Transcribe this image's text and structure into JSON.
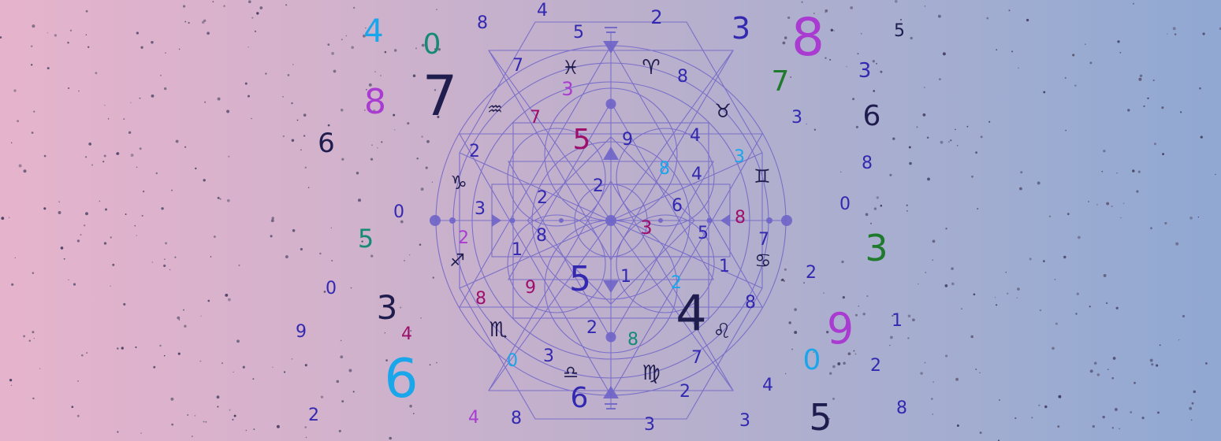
{
  "palette": {
    "navy": "#1f1c4e",
    "indigo": "#3229b0",
    "violet": "#a93bd0",
    "magenta": "#9e0f6b",
    "teal": "#158a76",
    "green": "#1f7a2e",
    "sky": "#19a6ea",
    "line": "#6f64c8"
  },
  "numerals": [
    {
      "t": "4",
      "c": "indigo"
    },
    {
      "t": "2",
      "c": "indigo"
    },
    {
      "t": "3",
      "c": "indigo"
    },
    {
      "t": "8",
      "c": "violet"
    },
    {
      "t": "5",
      "c": "navy"
    },
    {
      "t": "4",
      "c": "sky"
    },
    {
      "t": "0",
      "c": "teal"
    },
    {
      "t": "8",
      "c": "indigo"
    },
    {
      "t": "5",
      "c": "indigo"
    },
    {
      "t": "7",
      "c": "navy"
    },
    {
      "t": "8",
      "c": "violet"
    },
    {
      "t": "6",
      "c": "navy"
    },
    {
      "t": "7",
      "c": "indigo"
    },
    {
      "t": "3",
      "c": "violet"
    },
    {
      "t": "8",
      "c": "indigo"
    },
    {
      "t": "7",
      "c": "green"
    },
    {
      "t": "3",
      "c": "indigo"
    },
    {
      "t": "3",
      "c": "indigo"
    },
    {
      "t": "6",
      "c": "navy"
    },
    {
      "t": "7",
      "c": "magenta"
    },
    {
      "t": "5",
      "c": "magenta"
    },
    {
      "t": "9",
      "c": "indigo"
    },
    {
      "t": "4",
      "c": "indigo"
    },
    {
      "t": "3",
      "c": "sky"
    },
    {
      "t": "8",
      "c": "indigo"
    },
    {
      "t": "2",
      "c": "indigo"
    },
    {
      "t": "8",
      "c": "sky"
    },
    {
      "t": "4",
      "c": "indigo"
    },
    {
      "t": "2",
      "c": "indigo"
    },
    {
      "t": "2",
      "c": "indigo"
    },
    {
      "t": "6",
      "c": "indigo"
    },
    {
      "t": "0",
      "c": "indigo"
    },
    {
      "t": "0",
      "c": "indigo"
    },
    {
      "t": "3",
      "c": "indigo"
    },
    {
      "t": "8",
      "c": "magenta"
    },
    {
      "t": "5",
      "c": "teal"
    },
    {
      "t": "2",
      "c": "violet"
    },
    {
      "t": "8",
      "c": "indigo"
    },
    {
      "t": "3",
      "c": "magenta"
    },
    {
      "t": "5",
      "c": "indigo"
    },
    {
      "t": "7",
      "c": "indigo"
    },
    {
      "t": "3",
      "c": "green"
    },
    {
      "t": "1",
      "c": "indigo"
    },
    {
      "t": "5",
      "c": "indigo"
    },
    {
      "t": "1",
      "c": "indigo"
    },
    {
      "t": "1",
      "c": "indigo"
    },
    {
      "t": "0",
      "c": "indigo"
    },
    {
      "t": "2",
      "c": "indigo"
    },
    {
      "t": "2",
      "c": "sky"
    },
    {
      "t": "8",
      "c": "magenta"
    },
    {
      "t": "9",
      "c": "magenta"
    },
    {
      "t": "3",
      "c": "navy"
    },
    {
      "t": "8",
      "c": "indigo"
    },
    {
      "t": "4",
      "c": "navy"
    },
    {
      "t": "9",
      "c": "violet"
    },
    {
      "t": "1",
      "c": "indigo"
    },
    {
      "t": "9",
      "c": "indigo"
    },
    {
      "t": "4",
      "c": "magenta"
    },
    {
      "t": "2",
      "c": "indigo"
    },
    {
      "t": "8",
      "c": "teal"
    },
    {
      "t": "0",
      "c": "sky"
    },
    {
      "t": "3",
      "c": "indigo"
    },
    {
      "t": "7",
      "c": "indigo"
    },
    {
      "t": "0",
      "c": "sky"
    },
    {
      "t": "2",
      "c": "indigo"
    },
    {
      "t": "6",
      "c": "sky"
    },
    {
      "t": "6",
      "c": "indigo"
    },
    {
      "t": "2",
      "c": "indigo"
    },
    {
      "t": "4",
      "c": "indigo"
    },
    {
      "t": "2",
      "c": "indigo"
    },
    {
      "t": "4",
      "c": "violet"
    },
    {
      "t": "8",
      "c": "indigo"
    },
    {
      "t": "3",
      "c": "indigo"
    },
    {
      "t": "3",
      "c": "indigo"
    },
    {
      "t": "5",
      "c": "navy"
    },
    {
      "t": "8",
      "c": "indigo"
    }
  ],
  "zodiac": [
    {
      "t": "♓",
      "name": "pisces-icon"
    },
    {
      "t": "♈",
      "name": "aries-icon"
    },
    {
      "t": "♒",
      "name": "aquarius-icon"
    },
    {
      "t": "♉",
      "name": "taurus-icon"
    },
    {
      "t": "♑",
      "name": "capricorn-icon"
    },
    {
      "t": "♊",
      "name": "gemini-icon"
    },
    {
      "t": "♐",
      "name": "sagittarius-icon"
    },
    {
      "t": "♋",
      "name": "cancer-icon"
    },
    {
      "t": "♏",
      "name": "scorpio-icon"
    },
    {
      "t": "♌",
      "name": "leo-icon"
    },
    {
      "t": "♎",
      "name": "libra-icon"
    },
    {
      "t": "♍",
      "name": "virgo-icon"
    }
  ]
}
